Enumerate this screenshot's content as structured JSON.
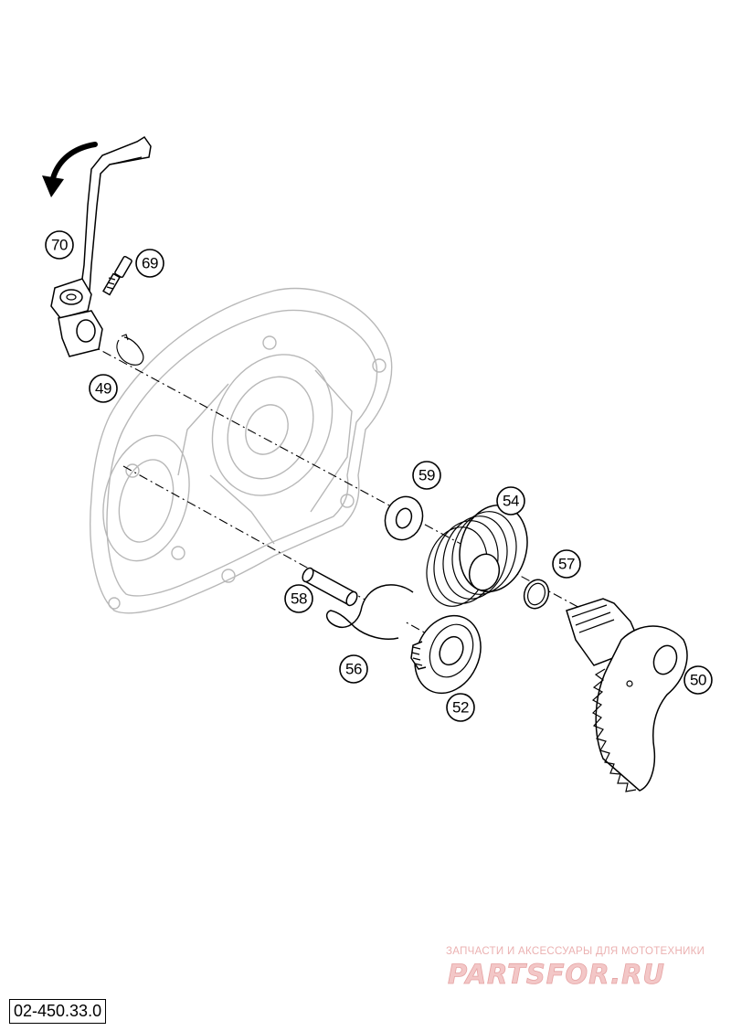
{
  "diagram_code": "02-450.33.0",
  "callouts": [
    "70",
    "69",
    "49",
    "59",
    "54",
    "57",
    "58",
    "56",
    "52",
    "50"
  ],
  "watermark": {
    "tagline": "ЗАПЧАСТИ И АКСЕССУАРЫ ДЛЯ МОТОТЕХНИКИ",
    "logo": "PARTSFOR.RU"
  },
  "colors": {
    "line": "#000000",
    "ghost_line": "#b8b8b8",
    "watermark": "#e9a9a9"
  }
}
